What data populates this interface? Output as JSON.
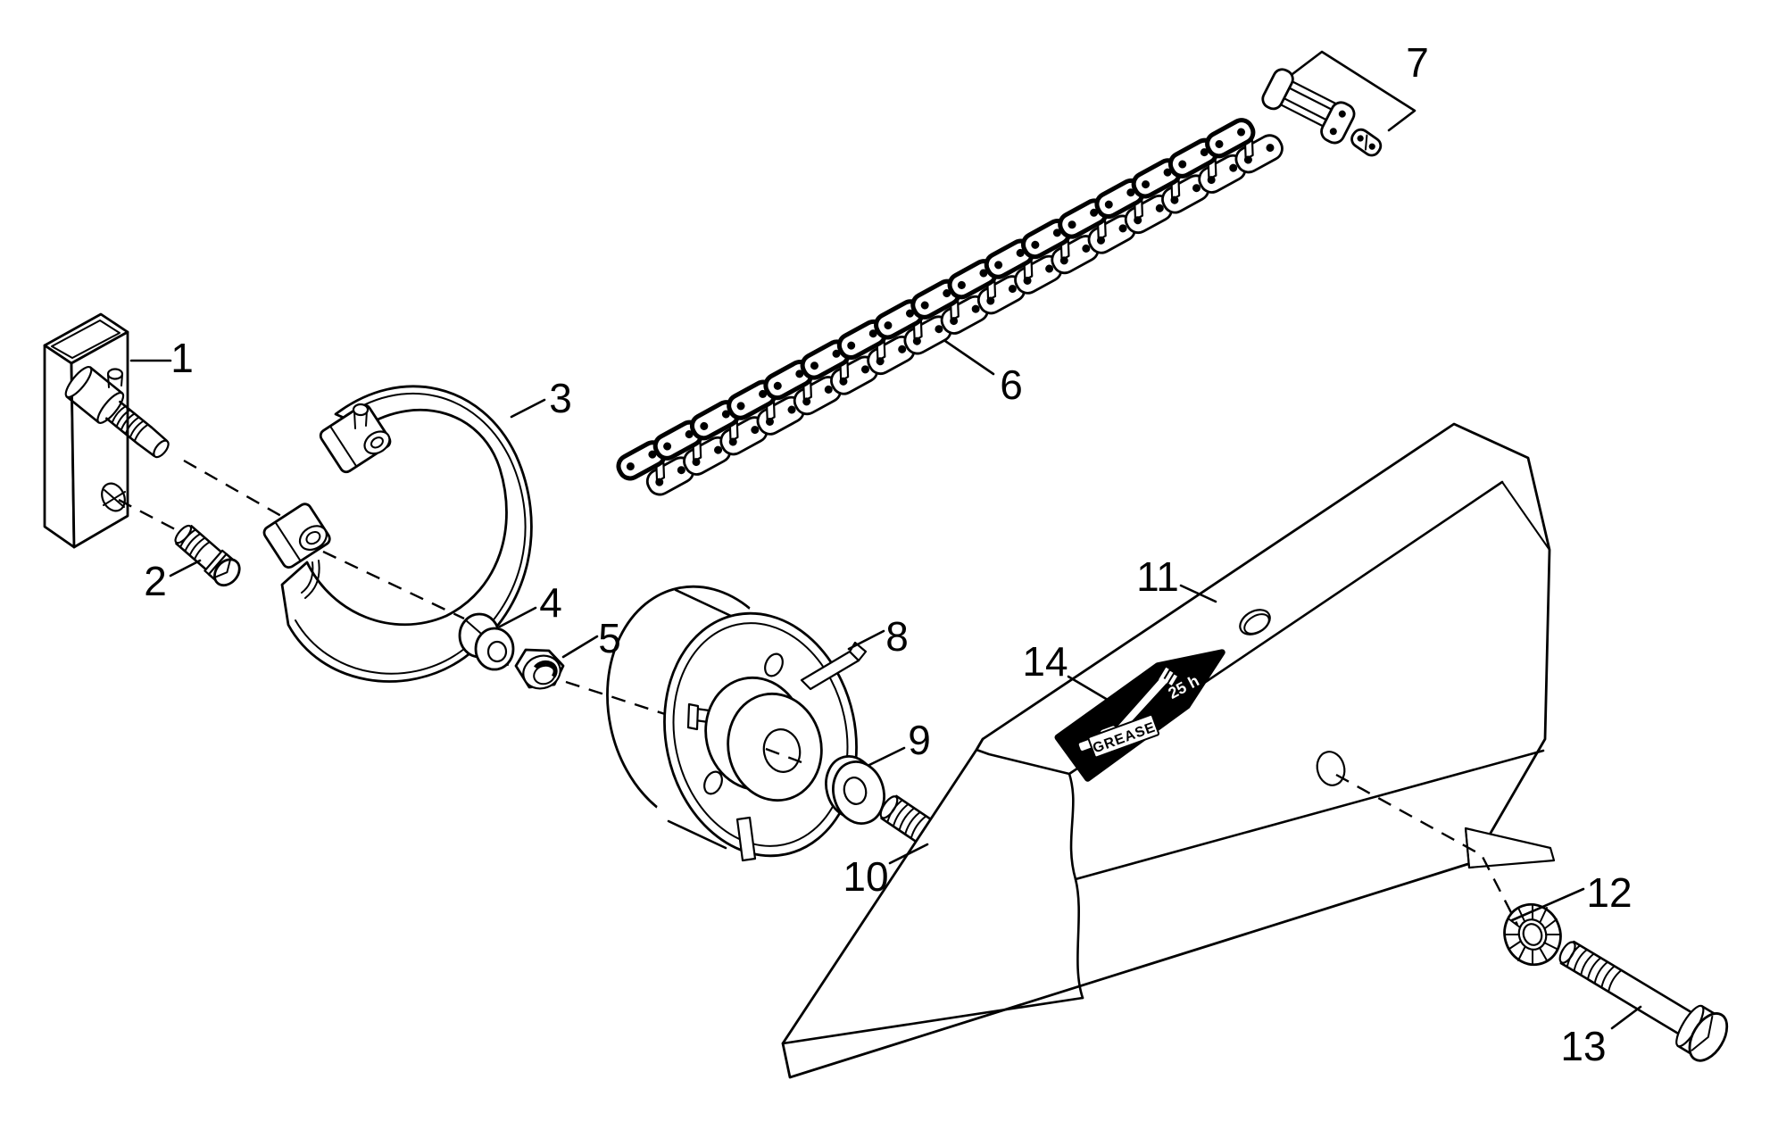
{
  "page": {
    "background": "#ffffff",
    "ink": "#000000"
  },
  "callouts": {
    "c1": "1",
    "c2": "2",
    "c3": "3",
    "c4": "4",
    "c5": "5",
    "c6": "6",
    "c7": "7",
    "c8": "8",
    "c9": "9",
    "c10": "10",
    "c11": "11",
    "c12": "12",
    "c13": "13",
    "c14": "14"
  },
  "decal": {
    "grease": "GREASE",
    "hours": "25 h"
  }
}
